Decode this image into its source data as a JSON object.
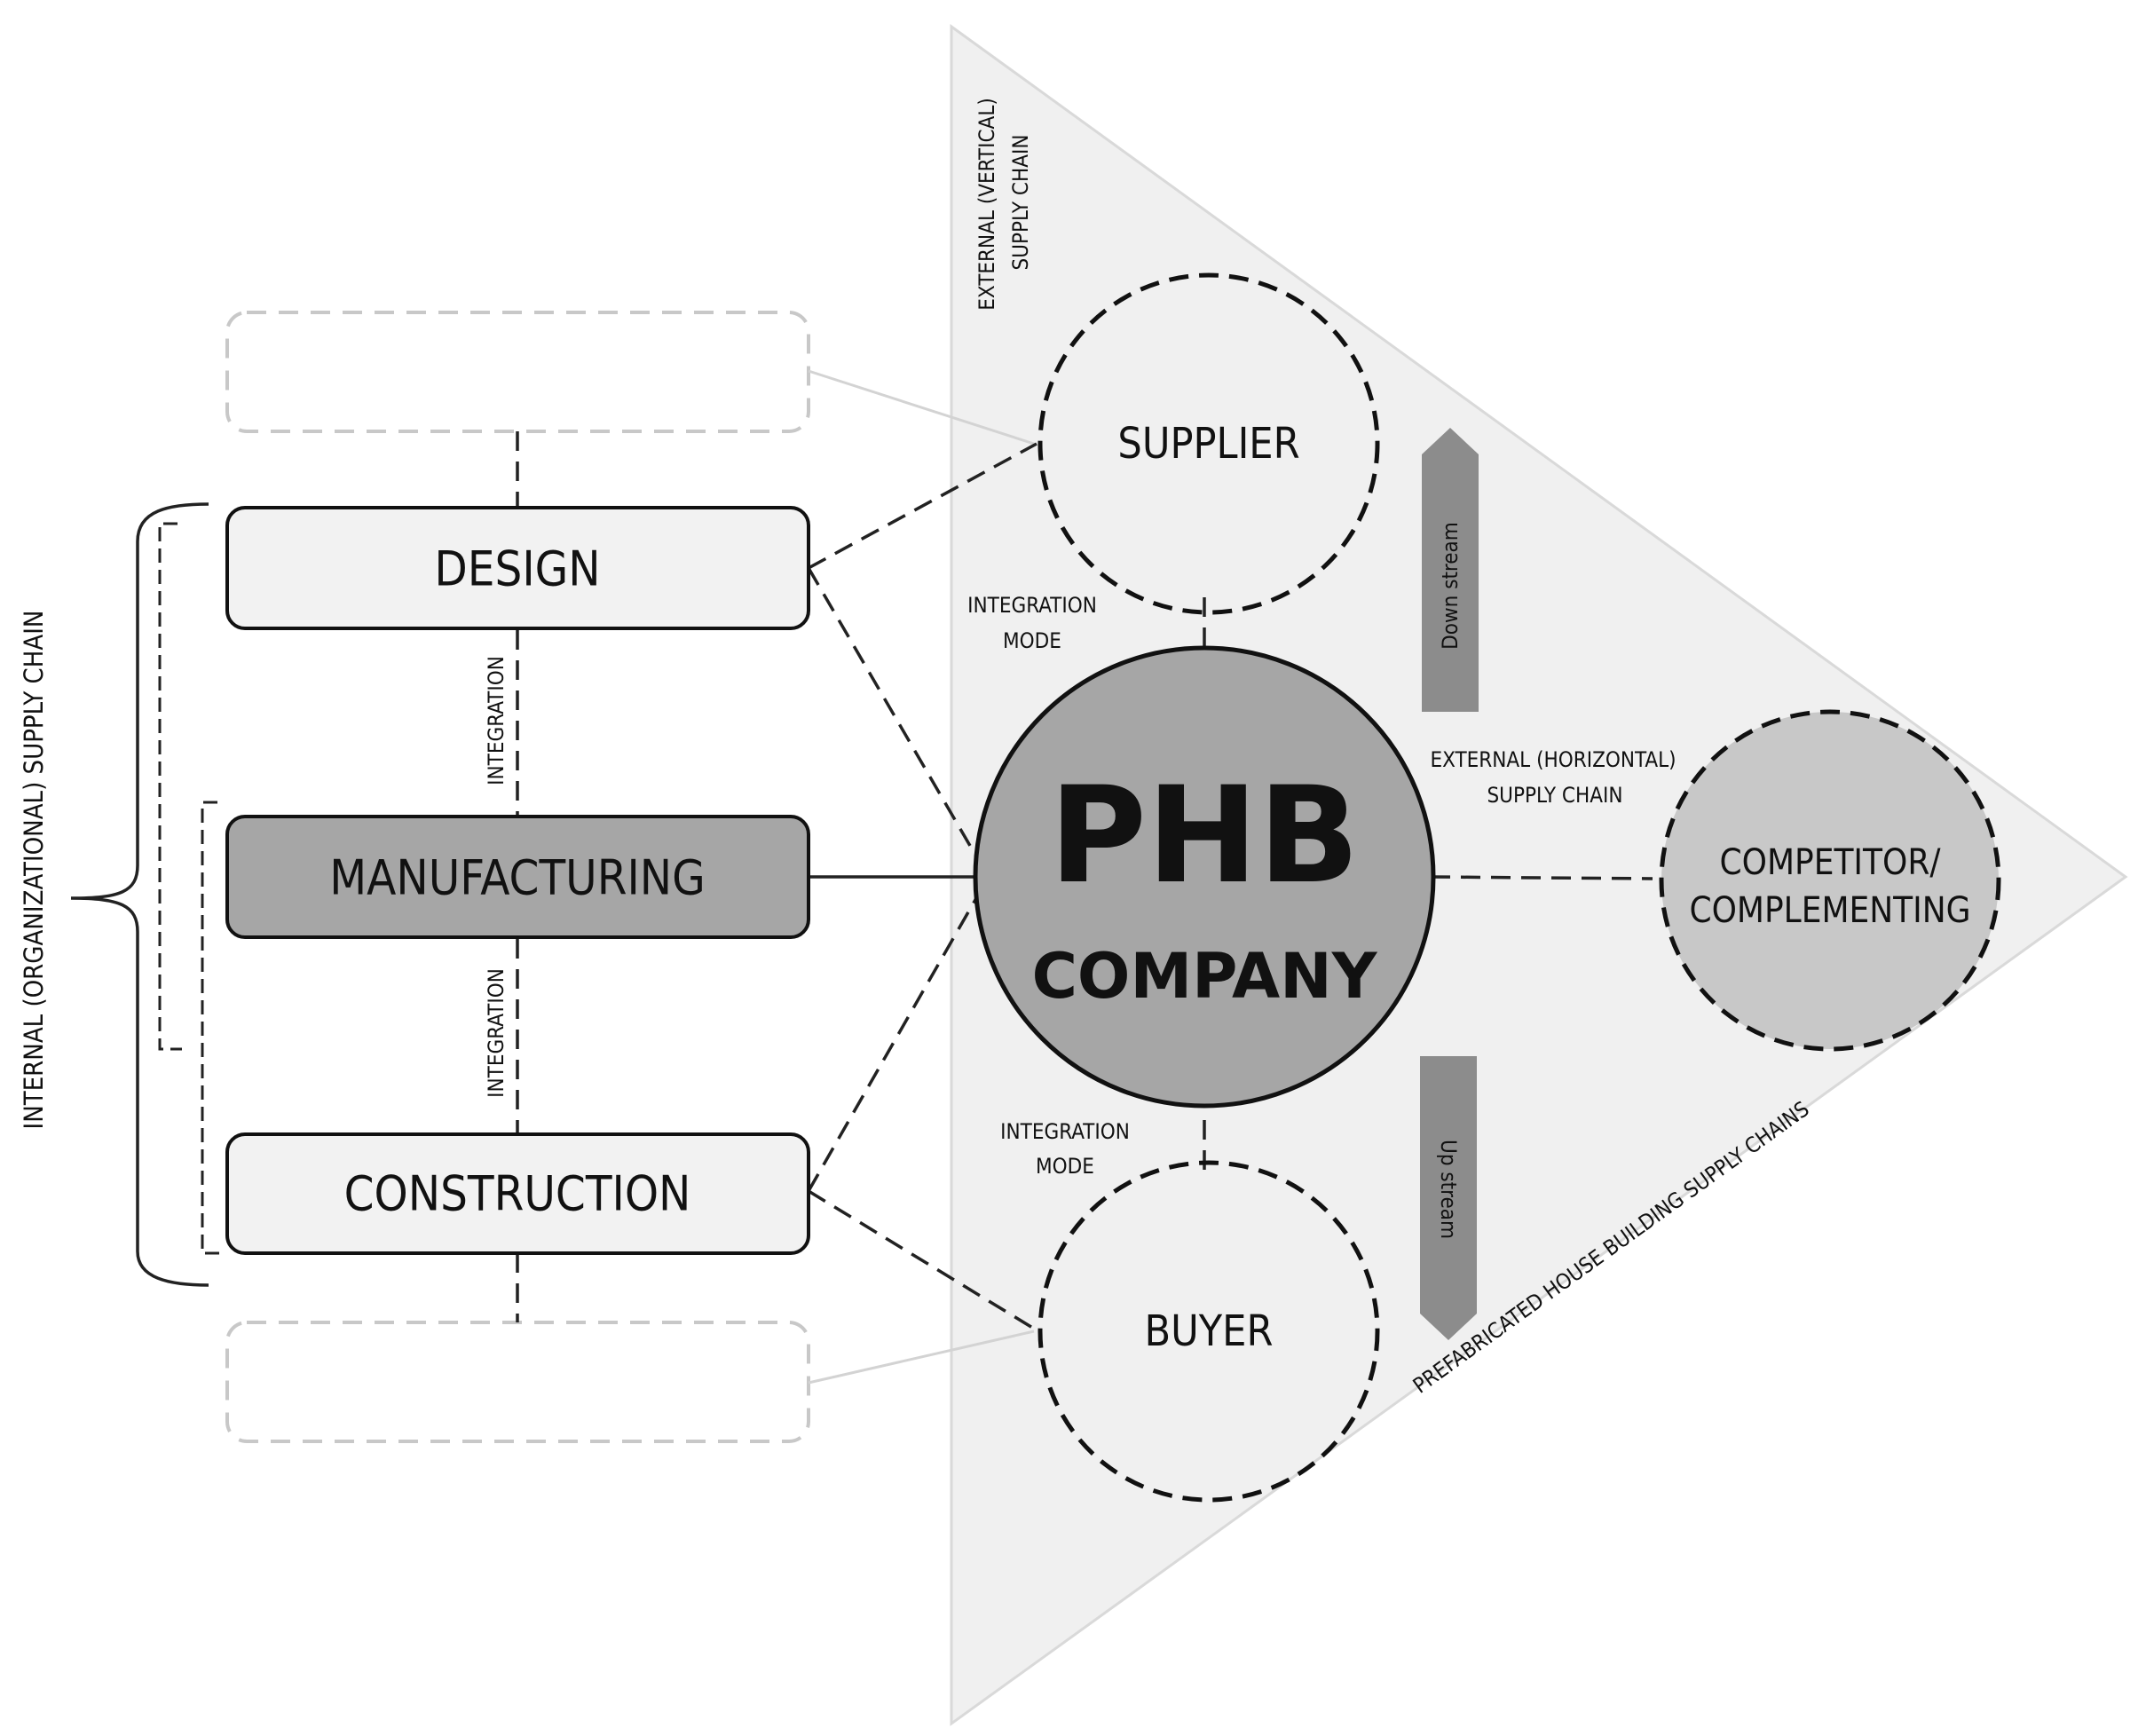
{
  "labels": {
    "internal_chain": "INTERNAL (ORGANIZATIONAL) SUPPLY CHAIN",
    "external_vertical_1": "EXTERNAL (VERTICAL)",
    "external_vertical_2": "SUPPLY CHAIN",
    "external_horizontal_1": "EXTERNAL (HORIZONTAL)",
    "external_horizontal_2": "SUPPLY CHAIN",
    "prefab": "PREFABRICATED HOUSE BUILDING SUPPLY CHAINS",
    "integration_mode_top_1": "INTEGRATION",
    "integration_mode_top_2": "MODE",
    "integration_mode_bottom_1": "INTEGRATION",
    "integration_mode_bottom_2": "MODE",
    "integration_1": "INTEGRATION",
    "integration_2": "INTEGRATION",
    "down_stream": "Down stream",
    "up_stream": "Up stream"
  },
  "boxes": {
    "design": "DESIGN",
    "manufacturing": "MANUFACTURING",
    "construction": "CONSTRUCTION"
  },
  "circles": {
    "supplier": "SUPPLIER",
    "buyer": "BUYER",
    "competitor_1": "COMPETITOR/",
    "competitor_2": "COMPLEMENTING",
    "phb": "PHB",
    "company": "COMPANY"
  },
  "colors": {
    "triangle": "#f0f0f0",
    "box_light": "#f2f2f2",
    "box_dark": "#a6a6a6",
    "phb_circle": "#a6a6a6",
    "competitor_circle": "#c8c8c8",
    "arrow": "#8c8c8c",
    "ghost": "#c8c8c8"
  }
}
